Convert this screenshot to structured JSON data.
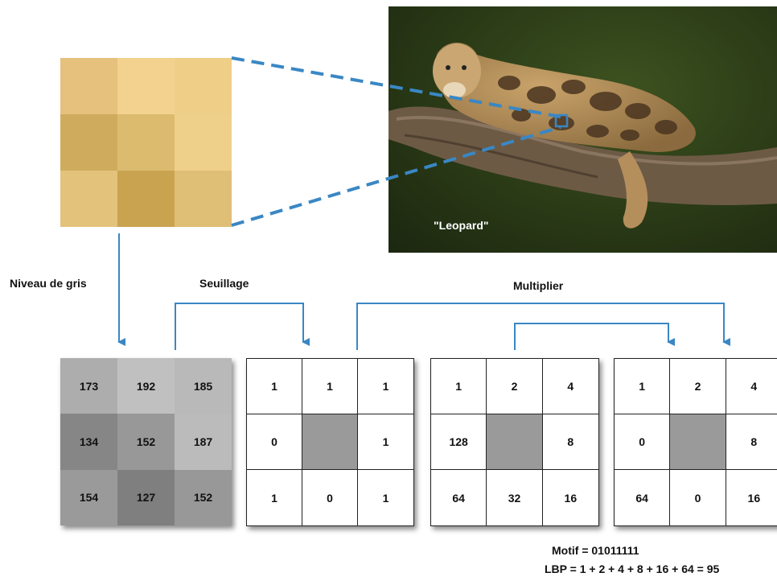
{
  "labels": {
    "gray": "Niveau de gris",
    "threshold": "Seuillage",
    "multiply": "Multiplier",
    "photo_caption": "\"Leopard\""
  },
  "color_patch": [
    "#e6c17d",
    "#f2d28e",
    "#efcf88",
    "#cfac5d",
    "#dcbb6f",
    "#efd08a",
    "#e3c27c",
    "#c9a34f",
    "#dfbe76"
  ],
  "gray_grid": [
    {
      "v": "173",
      "c": "#adadad"
    },
    {
      "v": "192",
      "c": "#c0c0c0"
    },
    {
      "v": "185",
      "c": "#b9b9b9"
    },
    {
      "v": "134",
      "c": "#868686"
    },
    {
      "v": "152",
      "c": "#989898"
    },
    {
      "v": "187",
      "c": "#bbbbbb"
    },
    {
      "v": "154",
      "c": "#9a9a9a"
    },
    {
      "v": "127",
      "c": "#7f7f7f"
    },
    {
      "v": "152",
      "c": "#989898"
    }
  ],
  "threshold_grid": [
    "1",
    "1",
    "1",
    "0",
    "",
    "1",
    "1",
    "0",
    "1"
  ],
  "weights_grid": [
    "1",
    "2",
    "4",
    "128",
    "",
    "8",
    "64",
    "32",
    "16"
  ],
  "result_grid": [
    "1",
    "2",
    "4",
    "0",
    "",
    "8",
    "64",
    "0",
    "16"
  ],
  "formula": {
    "motif": "Motif = 01011111",
    "lbp": "LBP = 1 + 2 + 4 + 8 + 16 + 64 = 95"
  },
  "colors": {
    "arrow": "#3a87c4",
    "center": "#9a9a9a"
  }
}
